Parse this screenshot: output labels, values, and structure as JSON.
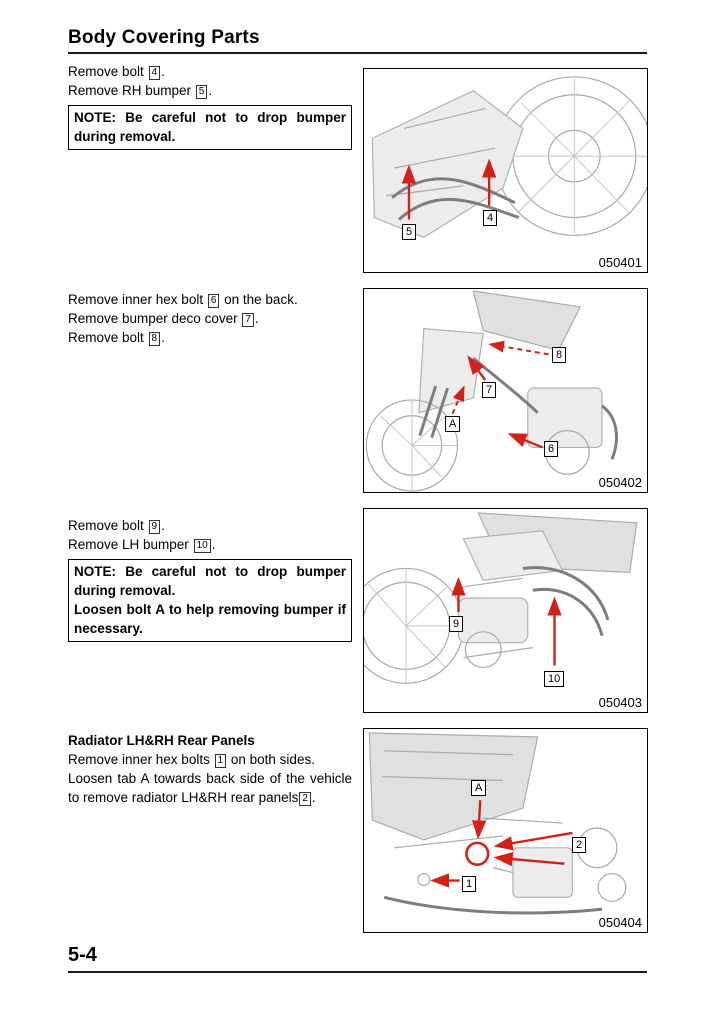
{
  "colors": {
    "accent_red": "#d42015"
  },
  "page": {
    "title": "Body Covering Parts",
    "page_number": "5-4"
  },
  "sections": [
    {
      "lines": [
        {
          "pre": "Remove bolt ",
          "ref": "4",
          "post": "."
        },
        {
          "pre": "Remove RH bumper ",
          "ref": "5",
          "post": "."
        }
      ],
      "note_lines": [
        "NOTE: Be careful not to drop bumper during removal."
      ],
      "figure": {
        "id": "050401",
        "callouts": [
          "5",
          "4"
        ]
      }
    },
    {
      "lines": [
        {
          "pre": "Remove inner hex bolt ",
          "ref": "6",
          "post": " on the back."
        },
        {
          "pre": "Remove bumper deco cover ",
          "ref": "7",
          "post": "."
        },
        {
          "pre": "Remove bolt ",
          "ref": "8",
          "post": "."
        }
      ],
      "figure": {
        "id": "050402",
        "callouts": [
          "8",
          "7",
          "A",
          "6"
        ]
      }
    },
    {
      "lines": [
        {
          "pre": "Remove bolt ",
          "ref": "9",
          "post": "."
        },
        {
          "pre": "Remove LH bumper ",
          "ref": "10",
          "post": "."
        }
      ],
      "note_lines": [
        "NOTE: Be careful not to drop bumper during removal.",
        "Loosen bolt A to help removing bumper if necessary."
      ],
      "figure": {
        "id": "050403",
        "callouts": [
          "9",
          "10"
        ]
      }
    },
    {
      "heading": "Radiator LH&RH Rear Panels",
      "lines": [
        {
          "pre": "Remove inner hex bolts ",
          "ref": "1",
          "post": " on both sides."
        }
      ],
      "paragraph": {
        "pre": "Loosen tab A towards back side of the vehicle to remove radiator LH&RH rear panels",
        "ref": "2",
        "post": "."
      },
      "figure": {
        "id": "050404",
        "callouts": [
          "A",
          "2",
          "1"
        ]
      }
    }
  ]
}
